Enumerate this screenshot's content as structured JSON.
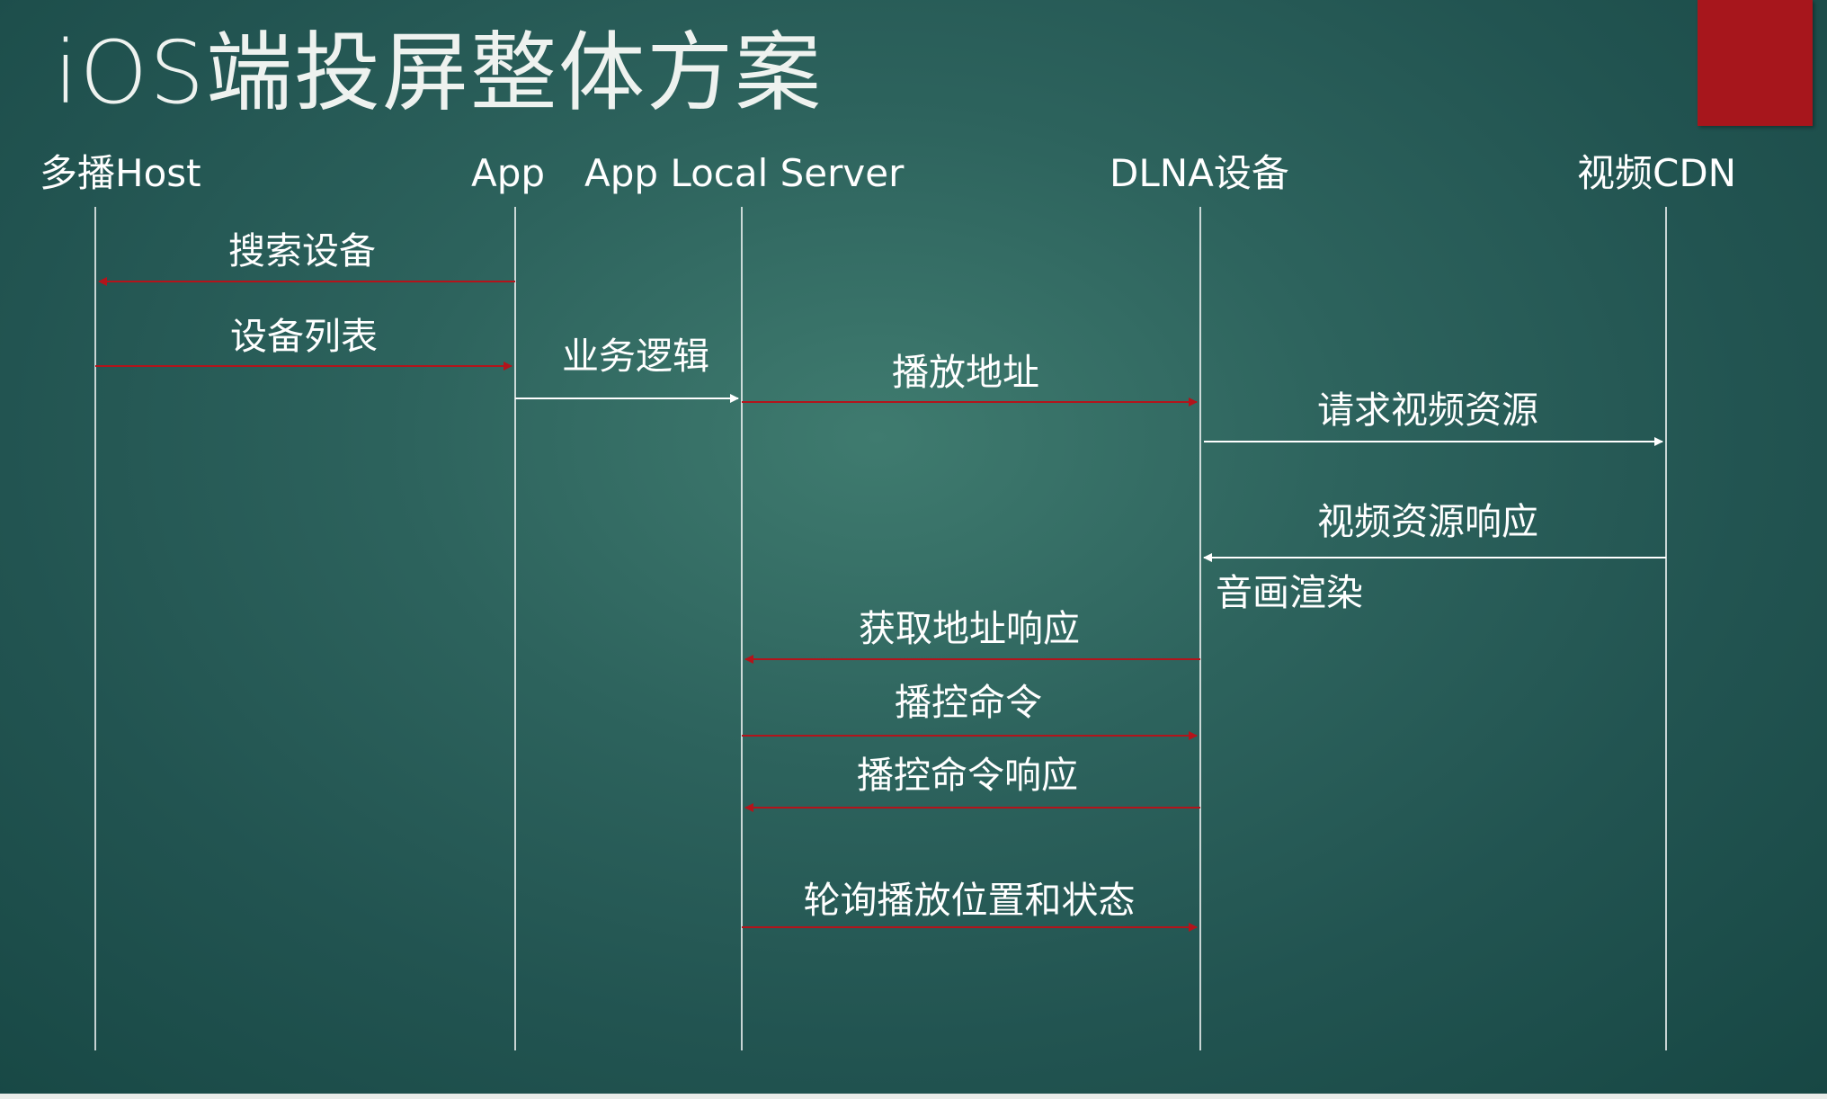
{
  "title": "iOS端投屏整体方案",
  "actors": [
    "多播Host",
    "App",
    "App Local Server",
    "DLNA设备",
    "视频CDN"
  ],
  "messages": [
    {
      "label": "搜索设备",
      "from": "App",
      "to": "多播Host",
      "color": "#b3141b"
    },
    {
      "label": "设备列表",
      "from": "多播Host",
      "to": "App",
      "color": "#b3141b"
    },
    {
      "label": "业务逻辑",
      "from": "App",
      "to": "App Local Server",
      "color": "#ffffff"
    },
    {
      "label": "播放地址",
      "from": "App Local Server",
      "to": "DLNA设备",
      "color": "#b3141b"
    },
    {
      "label": "请求视频资源",
      "from": "DLNA设备",
      "to": "视频CDN",
      "color": "#ffffff"
    },
    {
      "label": "视频资源响应",
      "from": "视频CDN",
      "to": "DLNA设备",
      "color": "#ffffff"
    },
    {
      "label": "获取地址响应",
      "from": "DLNA设备",
      "to": "App Local Server",
      "color": "#b3141b"
    },
    {
      "label": "播控命令",
      "from": "App Local Server",
      "to": "DLNA设备",
      "color": "#b3141b"
    },
    {
      "label": "播控命令响应",
      "from": "DLNA设备",
      "to": "App Local Server",
      "color": "#b3141b"
    },
    {
      "label": "轮询播放位置和状态",
      "from": "App Local Server",
      "to": "DLNA设备",
      "color": "#b3141b"
    }
  ],
  "notes": [
    "音画渲染"
  ],
  "colors": {
    "accent": "#a7161c",
    "line": "#ffffff",
    "text": "#ffffff"
  }
}
